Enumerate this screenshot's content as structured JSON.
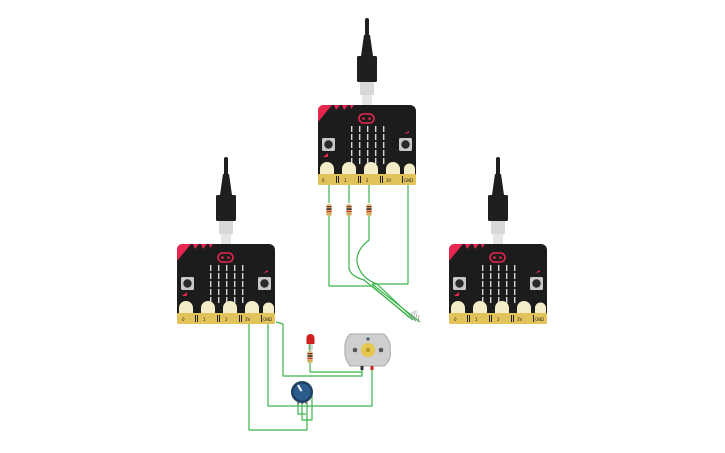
{
  "scene": {
    "title": "",
    "background": "#ffffff"
  },
  "colors": {
    "board": "#1c1c1c",
    "accent": "#e8264f",
    "edge": "#e2c35a",
    "pad": "#f5edc8",
    "led": "#d9d9d9",
    "wire": "#3cb44b",
    "cable": "#1f1f1f",
    "usb_metal": "#d8d8d8",
    "potentiometer": "#2b5d8c",
    "motor": "#cfcfcf",
    "led_red": "#d01f1f"
  },
  "boards": [
    {
      "id": "microbit-top",
      "pin_labels": [
        "0",
        "1",
        "2",
        "3V",
        "GND"
      ]
    },
    {
      "id": "microbit-left",
      "pin_labels": [
        "0",
        "1",
        "2",
        "3V",
        "GND"
      ]
    },
    {
      "id": "microbit-right",
      "pin_labels": [
        "0",
        "1",
        "2",
        "3V",
        "GND"
      ]
    }
  ],
  "components": {
    "resistors": 4,
    "led": "red",
    "potentiometer": "blue knob",
    "motor": "dc motor",
    "rgb_led": "4-lead"
  }
}
